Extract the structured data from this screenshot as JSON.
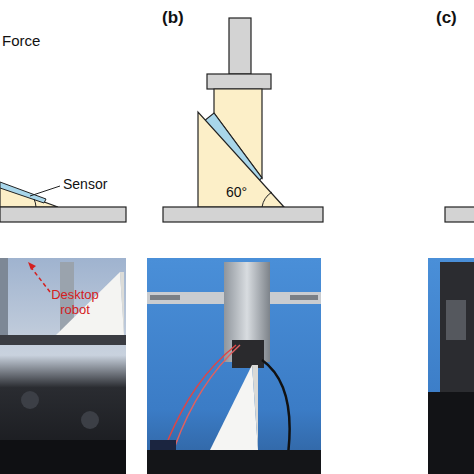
{
  "diagram": {
    "labels": [
      "Force",
      "(b)",
      "(c)",
      "Sensor",
      "60°",
      "Desktop robot"
    ]
  }
}
